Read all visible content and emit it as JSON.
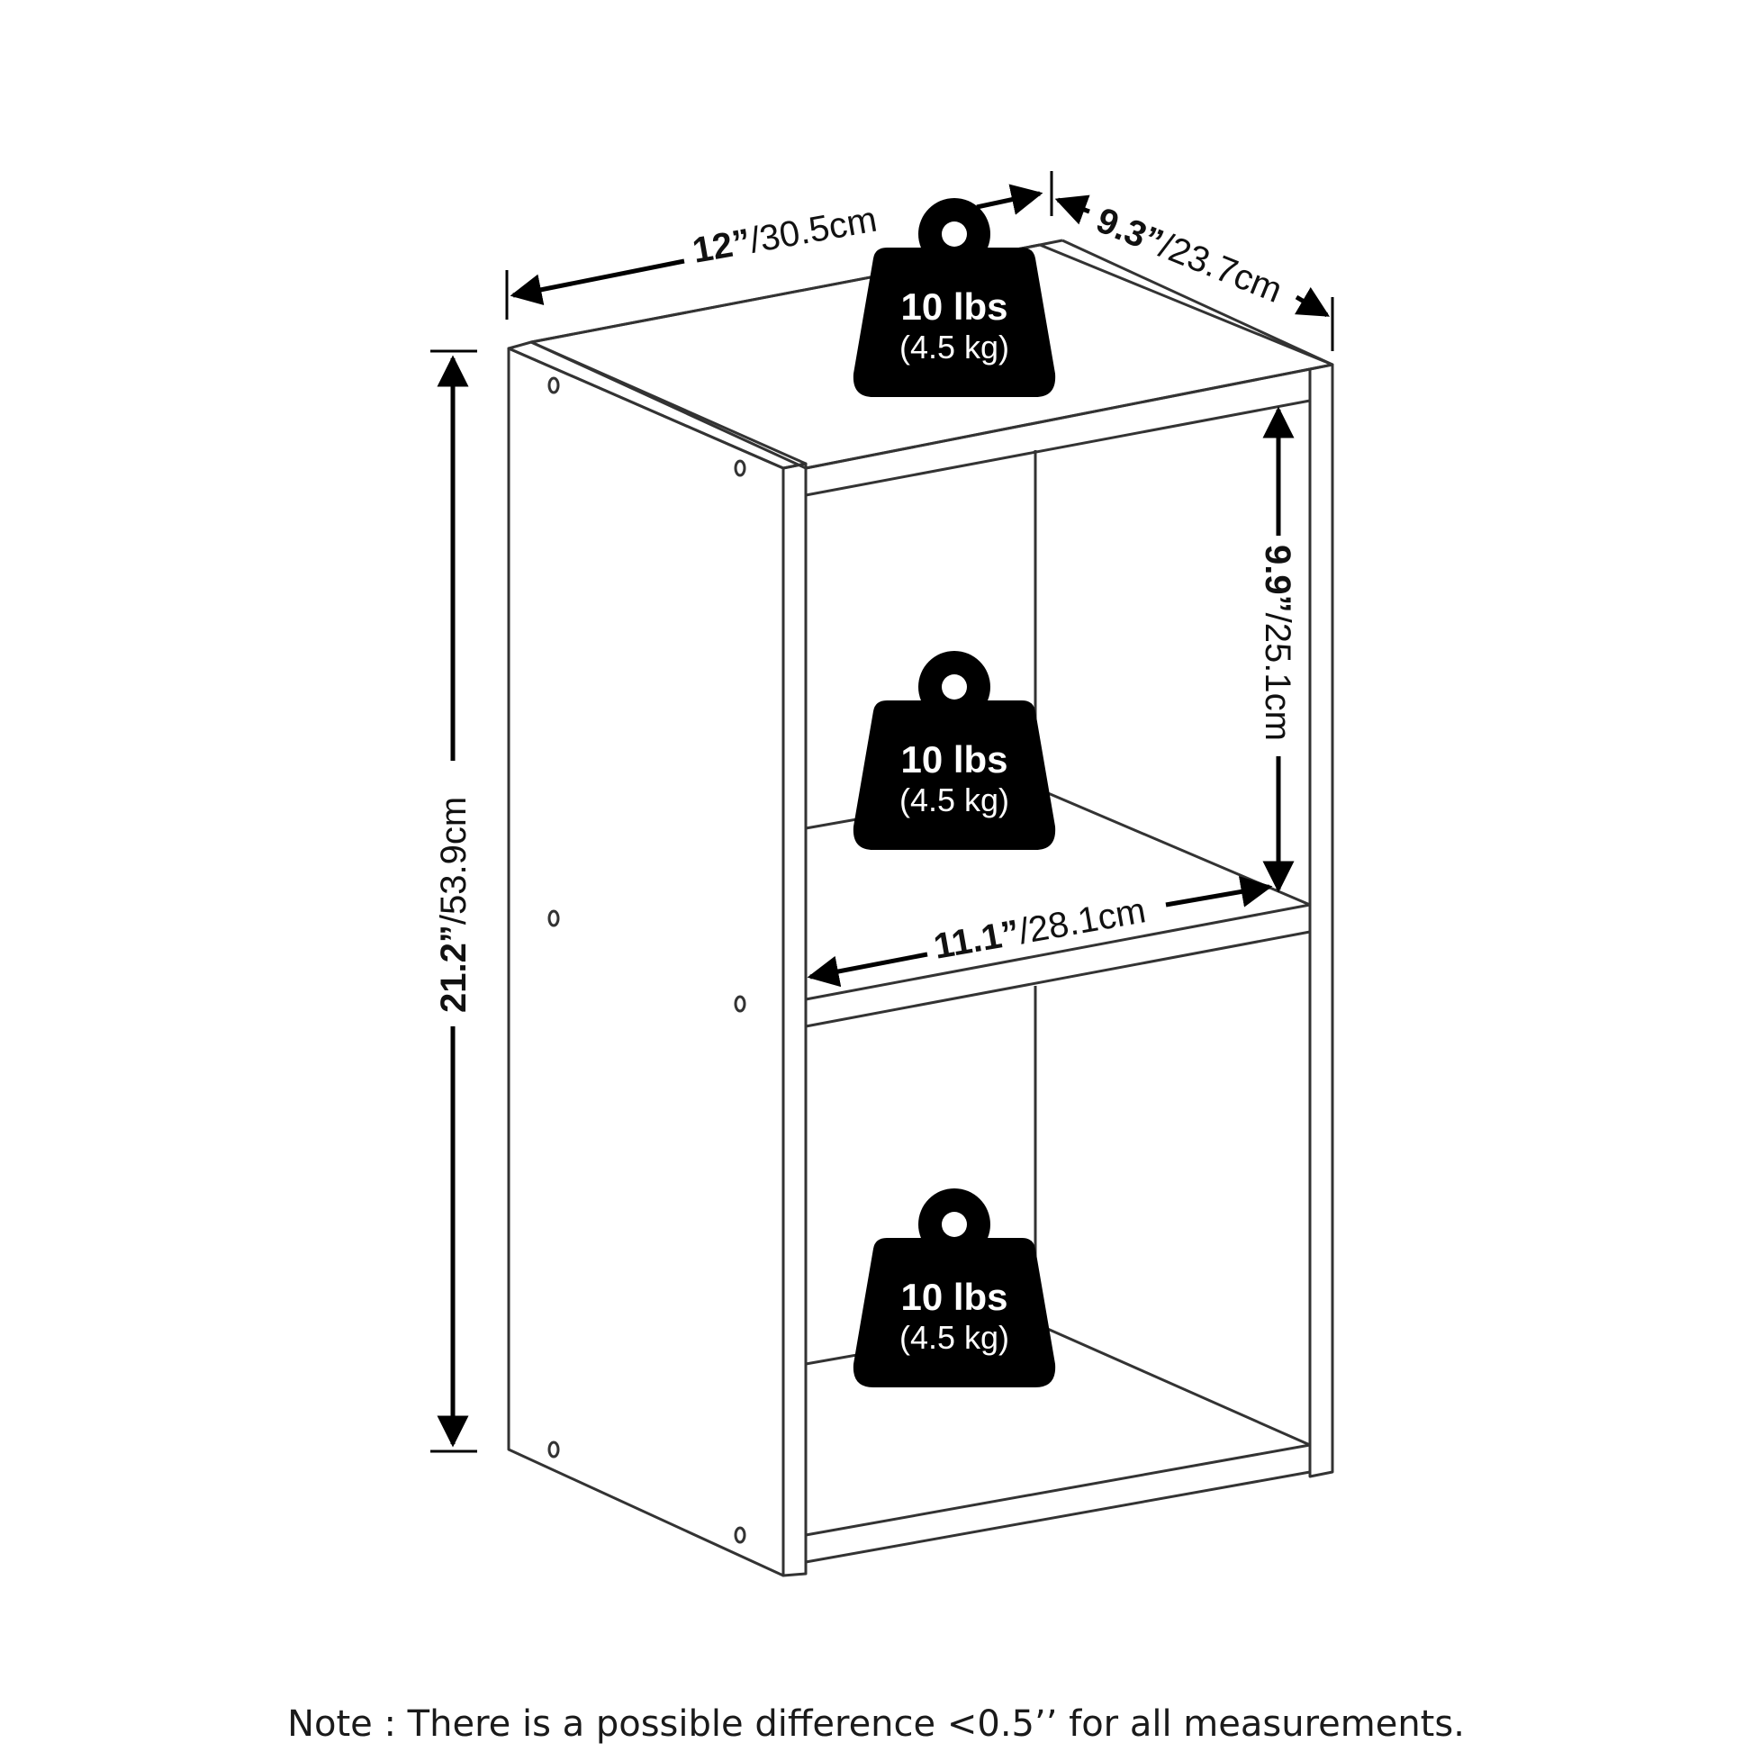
{
  "dimensions": {
    "width_overall": {
      "imperial": "12”",
      "metric": "/30.5cm"
    },
    "depth_overall": {
      "imperial": "9.3”",
      "metric": "/23.7cm"
    },
    "height_overall": {
      "imperial": "21.2”",
      "metric": "/53.9cm"
    },
    "compartment_height": {
      "imperial": "9.9”",
      "metric": "/25.1cm"
    },
    "compartment_width": {
      "imperial": "11.1”",
      "metric": "/28.1cm"
    }
  },
  "weight_badges": [
    {
      "position": "top",
      "weight": "10 lbs",
      "weight_metric": "(4.5 kg)"
    },
    {
      "position": "middle shelf",
      "weight": "10 lbs",
      "weight_metric": "(4.5 kg)"
    },
    {
      "position": "bottom shelf",
      "weight": "10 lbs",
      "weight_metric": "(4.5 kg)"
    }
  ],
  "note": "Note : There is a possible difference <0.5’’ for all measurements.",
  "colors": {
    "line": "#333333",
    "badge": "#000000",
    "background": "#ffffff"
  }
}
